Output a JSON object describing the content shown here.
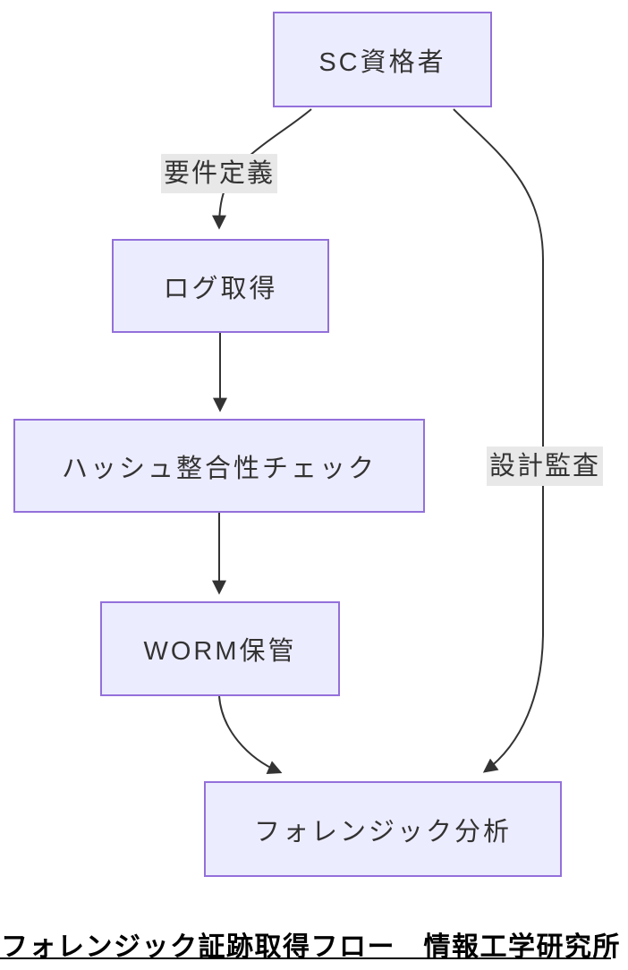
{
  "diagram": {
    "type": "flowchart",
    "direction": "top-to-bottom",
    "nodes": [
      {
        "id": "sc",
        "label": "SC資格者"
      },
      {
        "id": "log",
        "label": "ログ取得"
      },
      {
        "id": "hash",
        "label": "ハッシュ整合性チェック"
      },
      {
        "id": "worm",
        "label": "WORM保管"
      },
      {
        "id": "forensic",
        "label": "フォレンジック分析"
      }
    ],
    "edges": [
      {
        "from": "sc",
        "to": "log",
        "label": "要件定義"
      },
      {
        "from": "log",
        "to": "hash",
        "label": ""
      },
      {
        "from": "hash",
        "to": "worm",
        "label": ""
      },
      {
        "from": "worm",
        "to": "forensic",
        "label": ""
      },
      {
        "from": "sc",
        "to": "forensic",
        "label": "設計監査"
      }
    ],
    "colors": {
      "node_fill": "#ECECFF",
      "node_border": "#9370DB",
      "edge_line": "#333333",
      "edge_label_bg": "#e8e8e8",
      "text": "#333333",
      "caption_text": "#000000"
    }
  },
  "caption": {
    "text": "フォレンジック証跡取得フロー　情報工学研究所"
  }
}
